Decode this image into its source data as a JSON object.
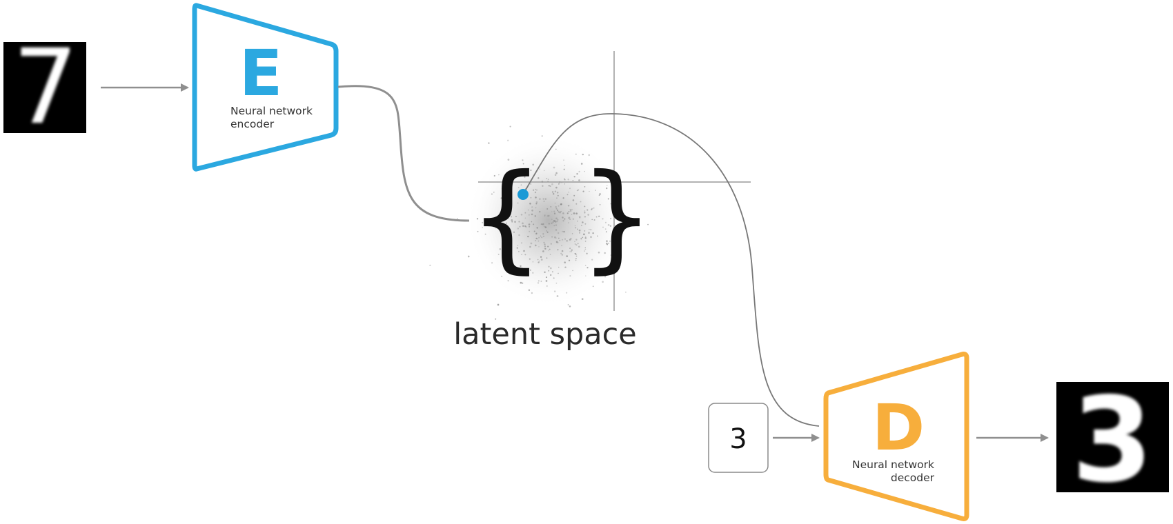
{
  "encoder": {
    "letter": "E",
    "line1": "Neural network",
    "line2": "encoder",
    "color": "#2ba8e0"
  },
  "decoder": {
    "letter": "D",
    "line1": "Neural network",
    "line2": "decoder",
    "color": "#f7ae3c"
  },
  "latent": {
    "label": "latent space",
    "point_color": "#1a9ad6",
    "open_brace": "{",
    "close_brace": "}"
  },
  "condition": {
    "value": "3"
  },
  "digits": {
    "input": "7",
    "output": "3"
  },
  "colors": {
    "arrow": "#909090",
    "axes": "#999999",
    "curve": "#777777"
  }
}
